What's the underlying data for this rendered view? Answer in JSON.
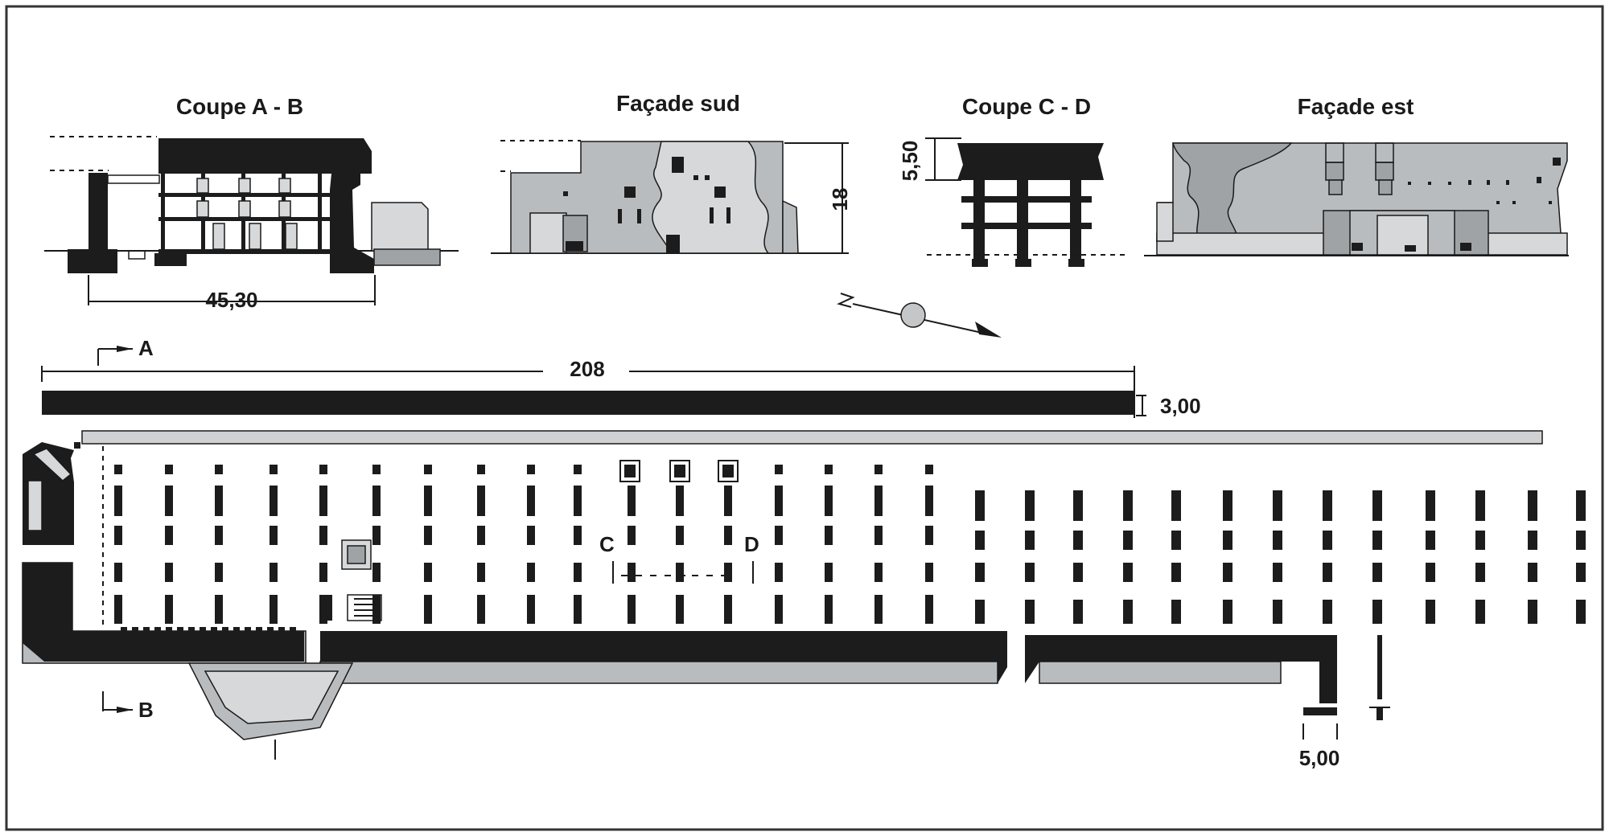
{
  "drawings": {
    "coupe_ab": {
      "title": "Coupe A - B",
      "width_dim": "45,30"
    },
    "facade_sud": {
      "title": "Façade sud",
      "height_dim": "18"
    },
    "coupe_cd": {
      "title": "Coupe C - D",
      "height_dim": "5,50"
    },
    "facade_est": {
      "title": "Façade est"
    }
  },
  "plan": {
    "length_dim": "208",
    "wall_dim": "3,00",
    "end_dim": "5,00",
    "section_marks": [
      "A",
      "B",
      "C",
      "D"
    ]
  },
  "colors": {
    "ink": "#1c1c1c",
    "grey": "#b9bcbf",
    "light_grey": "#d6d8da",
    "paper": "#ffffff"
  }
}
